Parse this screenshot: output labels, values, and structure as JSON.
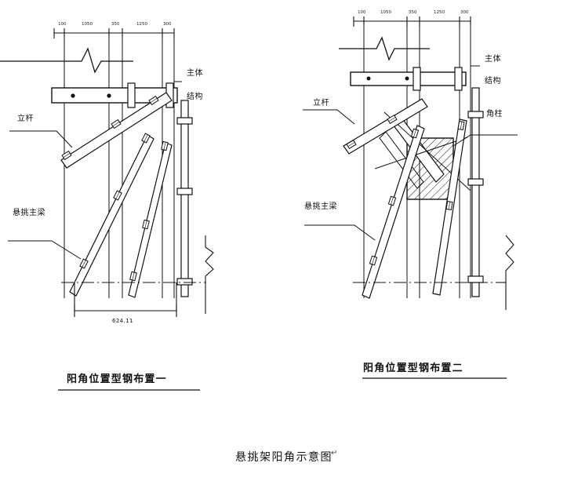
{
  "document": {
    "title": "悬挑架阳角示意图",
    "type": "construction-drawing",
    "background": "#ffffff",
    "line_color": "#111111"
  },
  "main_caption": "悬挑架阳角示意图",
  "main_caption_mark": "↵",
  "diagrams": [
    {
      "id": "diagram-one",
      "caption": "阳角位置型钢布置一",
      "labels": [
        {
          "name": "vertical-pole",
          "text": "立杆"
        },
        {
          "name": "main-structure-line1",
          "text": "主体"
        },
        {
          "name": "main-structure-line2",
          "text": "结构"
        },
        {
          "name": "cantilever-main-beam",
          "text": "悬挑主梁"
        }
      ],
      "dimension_chain": {
        "name": "top-dimension-chain",
        "values": [
          "100",
          "1050",
          "350",
          "1250",
          "300"
        ]
      },
      "bottom_dimension": "624.11"
    },
    {
      "id": "diagram-two",
      "caption": "阳角位置型钢布置二",
      "labels": [
        {
          "name": "vertical-pole",
          "text": "立杆"
        },
        {
          "name": "main-structure-line1",
          "text": "主体"
        },
        {
          "name": "main-structure-line2",
          "text": "结构"
        },
        {
          "name": "corner-column",
          "text": "角柱"
        },
        {
          "name": "cantilever-main-beam",
          "text": "悬挑主梁"
        }
      ],
      "dimension_chain": {
        "name": "top-dimension-chain",
        "values": [
          "100",
          "1050",
          "350",
          "1250",
          "300"
        ]
      }
    }
  ]
}
